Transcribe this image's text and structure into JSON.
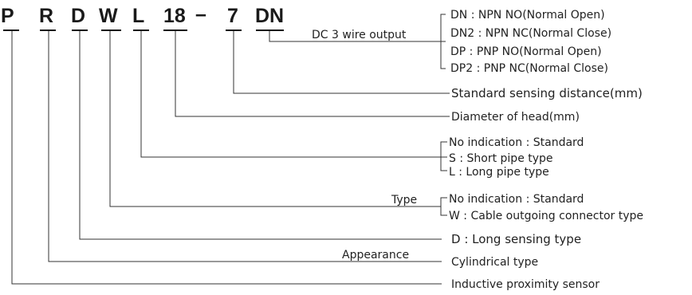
{
  "code": {
    "p": "P",
    "r": "R",
    "d": "D",
    "w": "W",
    "l": "L",
    "size": "18",
    "dash": "–",
    "dist": "7",
    "out": "DN"
  },
  "output": {
    "side_label": "DC 3 wire output",
    "options": [
      "DN : NPN NO(Normal Open)",
      "DN2 : NPN NC(Normal Close)",
      "DP : PNP NO(Normal Open)",
      "DP2 : PNP NC(Normal Close)"
    ]
  },
  "distance": {
    "label": "Standard sensing distance(mm)"
  },
  "diameter": {
    "label": "Diameter of head(mm)"
  },
  "pipe": {
    "options": [
      "No indication : Standard",
      "S : Short pipe type",
      "L : Long pipe type"
    ]
  },
  "type": {
    "side_label": "Type",
    "options": [
      "No indication : Standard",
      "W :  Cable outgoing connector type"
    ]
  },
  "sensing": {
    "label": "D : Long sensing type"
  },
  "appearance": {
    "side_label": "Appearance",
    "label": "Cylindrical type"
  },
  "product": {
    "label": "Inductive proximity sensor"
  }
}
